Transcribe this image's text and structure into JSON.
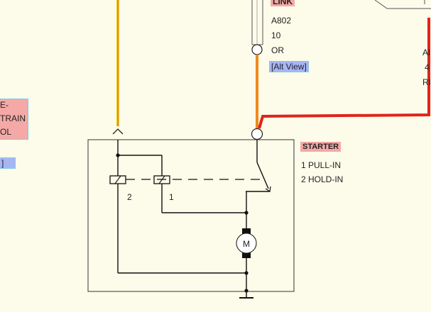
{
  "labels": {
    "link": "LINK",
    "a802": "A802",
    "ten": "10",
    "or": "OR",
    "alt_view": "[Alt View]",
    "starter": "STARTER",
    "pull_in": "1 PULL-IN",
    "hold_in": "2 HOLD-IN",
    "coil2": "2",
    "coil1": "1",
    "motor": "M",
    "left_e": "E-",
    "left_train": "TRAIN",
    "left_ol": "OL",
    "left_link": "]",
    "right_a": "Al",
    "right_4": "4",
    "right_r": "RI"
  },
  "colors": {
    "background": "#fdfbe9",
    "wire_yellow": "#f2d21b",
    "wire_yellow_stripe": "#e4562a",
    "wire_orange": "#f08a1c",
    "wire_red": "#e0231a",
    "label_pink": "#f4a9a6",
    "link_blue": "#a7b6f3"
  }
}
